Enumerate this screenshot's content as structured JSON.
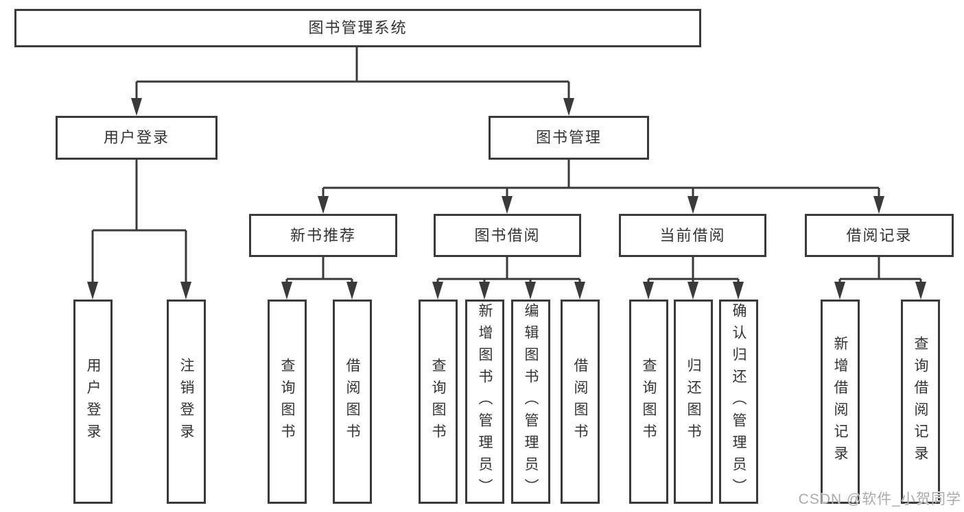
{
  "diagram": {
    "title": "图书管理系统",
    "level2": [
      "用户登录",
      "图书管理"
    ],
    "level3": [
      "新书推荐",
      "图书借阅",
      "当前借阅",
      "借阅记录"
    ],
    "leaves": {
      "user_login": [
        "用户登录",
        "注销登录"
      ],
      "new_book_recommend": [
        "查询图书",
        "借阅图书"
      ],
      "book_borrow": [
        "查询图书",
        "新增图书（管理员）",
        "编辑图书（管理员）",
        "借阅图书"
      ],
      "current_borrow": [
        "查询图书",
        "归还图书",
        "确认归还（管理员）"
      ],
      "borrow_records": [
        "新增借阅记录",
        "查询借阅记录"
      ]
    },
    "watermark": "CSDN @软件_小贺同学",
    "colors": {
      "line": "#3a3a3a",
      "text": "#333333",
      "background": "#ffffff",
      "watermark": "#ababab"
    }
  }
}
